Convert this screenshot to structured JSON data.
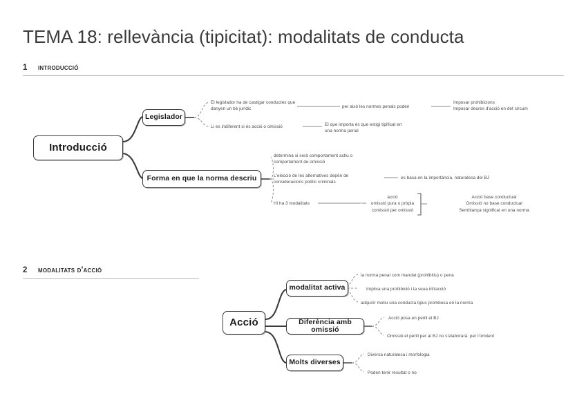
{
  "document": {
    "title": "TEMA 18: rellevància (tipicitat): modalitats de conducta"
  },
  "sections": [
    {
      "number": "1",
      "title": "Introducció"
    },
    {
      "number": "2",
      "title": "Modalitats d'acció"
    }
  ],
  "map1": {
    "root": "Introducció",
    "branch_legislador": {
      "label": "Legislador",
      "leaf_1": "El legislador ha de castigar conductes que\ndanyen un bé jurídic",
      "leaf_1_next": "per això les normes penals poden",
      "leaf_1_end": "Imposar prohibicions\nImposar deures d'acció en det circum",
      "leaf_2": "Li es indiferent si és acció o omissió",
      "leaf_2_next": "El que importa és que estigi tipificat en\nuna norma penal"
    },
    "branch_forma": {
      "label": "Forma en que la norma descriu",
      "leaf_1": "determina si serà comportament actiu o\ncomportament de omissió",
      "leaf_2": "L'elecció de les alternatives depèn de\nconsideracions polític criminals",
      "leaf_2_next": "es basa en la importància, naturalesa del BJ",
      "leaf_3": "Hi ha 3 modalitats",
      "leaf_3_items": "acció\nomissió pura o pròpia\ncomissió per omissió",
      "leaf_3_notes": "Acció base conductual\nOmissió no base conductual\nSemblança significat en una norma"
    }
  },
  "map2": {
    "root": "Acció",
    "branch_activa": {
      "label": "modalitat activa",
      "leaf_1": "la norma penal com mandat (prohibitiu) o pena",
      "leaf_2": "Implica una prohibició i la seua infracció",
      "leaf_3": "adquirir motiu una conducta tipus prohibosa en la norma"
    },
    "branch_diferencia": {
      "label": "Diferència amb omissió",
      "leaf_1": "Acció posa en perill el BJ",
      "leaf_2": "Omissió el perill per al BJ no s'elaborarà: per l'omitent"
    },
    "branch_diverses": {
      "label": "Molts diverses",
      "leaf_1": "Diversa naturalesa i morfologia",
      "leaf_2": "Poden tenir resultat o no"
    }
  }
}
